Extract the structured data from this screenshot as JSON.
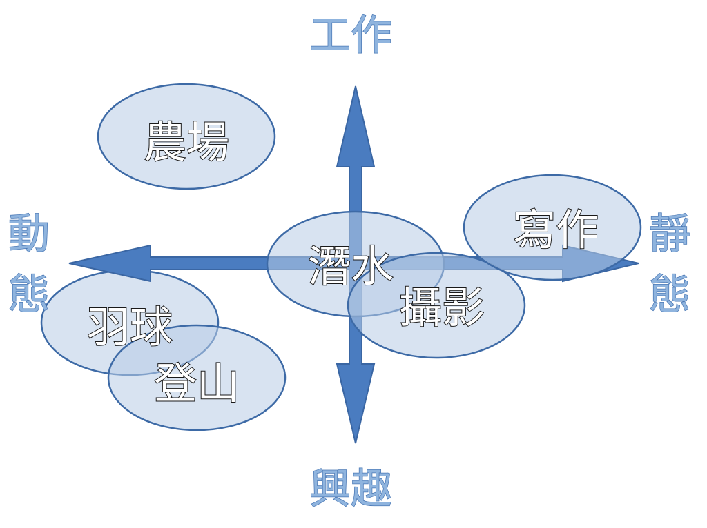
{
  "axes": {
    "top": "工作",
    "bottom": "興趣",
    "left_line1": "動",
    "left_line2": "態",
    "right_line1": "靜",
    "right_line2": "態"
  },
  "bubbles": {
    "farm": "農場",
    "diving": "潛水",
    "writing": "寫作",
    "photography": "攝影",
    "badminton": "羽球",
    "climbing": "登山"
  },
  "colors": {
    "arrow": "#4a7cc0",
    "arrow_stroke": "#3a66a3",
    "bubble_fill": "#b8cce6",
    "bubble_stroke": "#3d6aa6",
    "axis_text": "#8fb4de"
  }
}
